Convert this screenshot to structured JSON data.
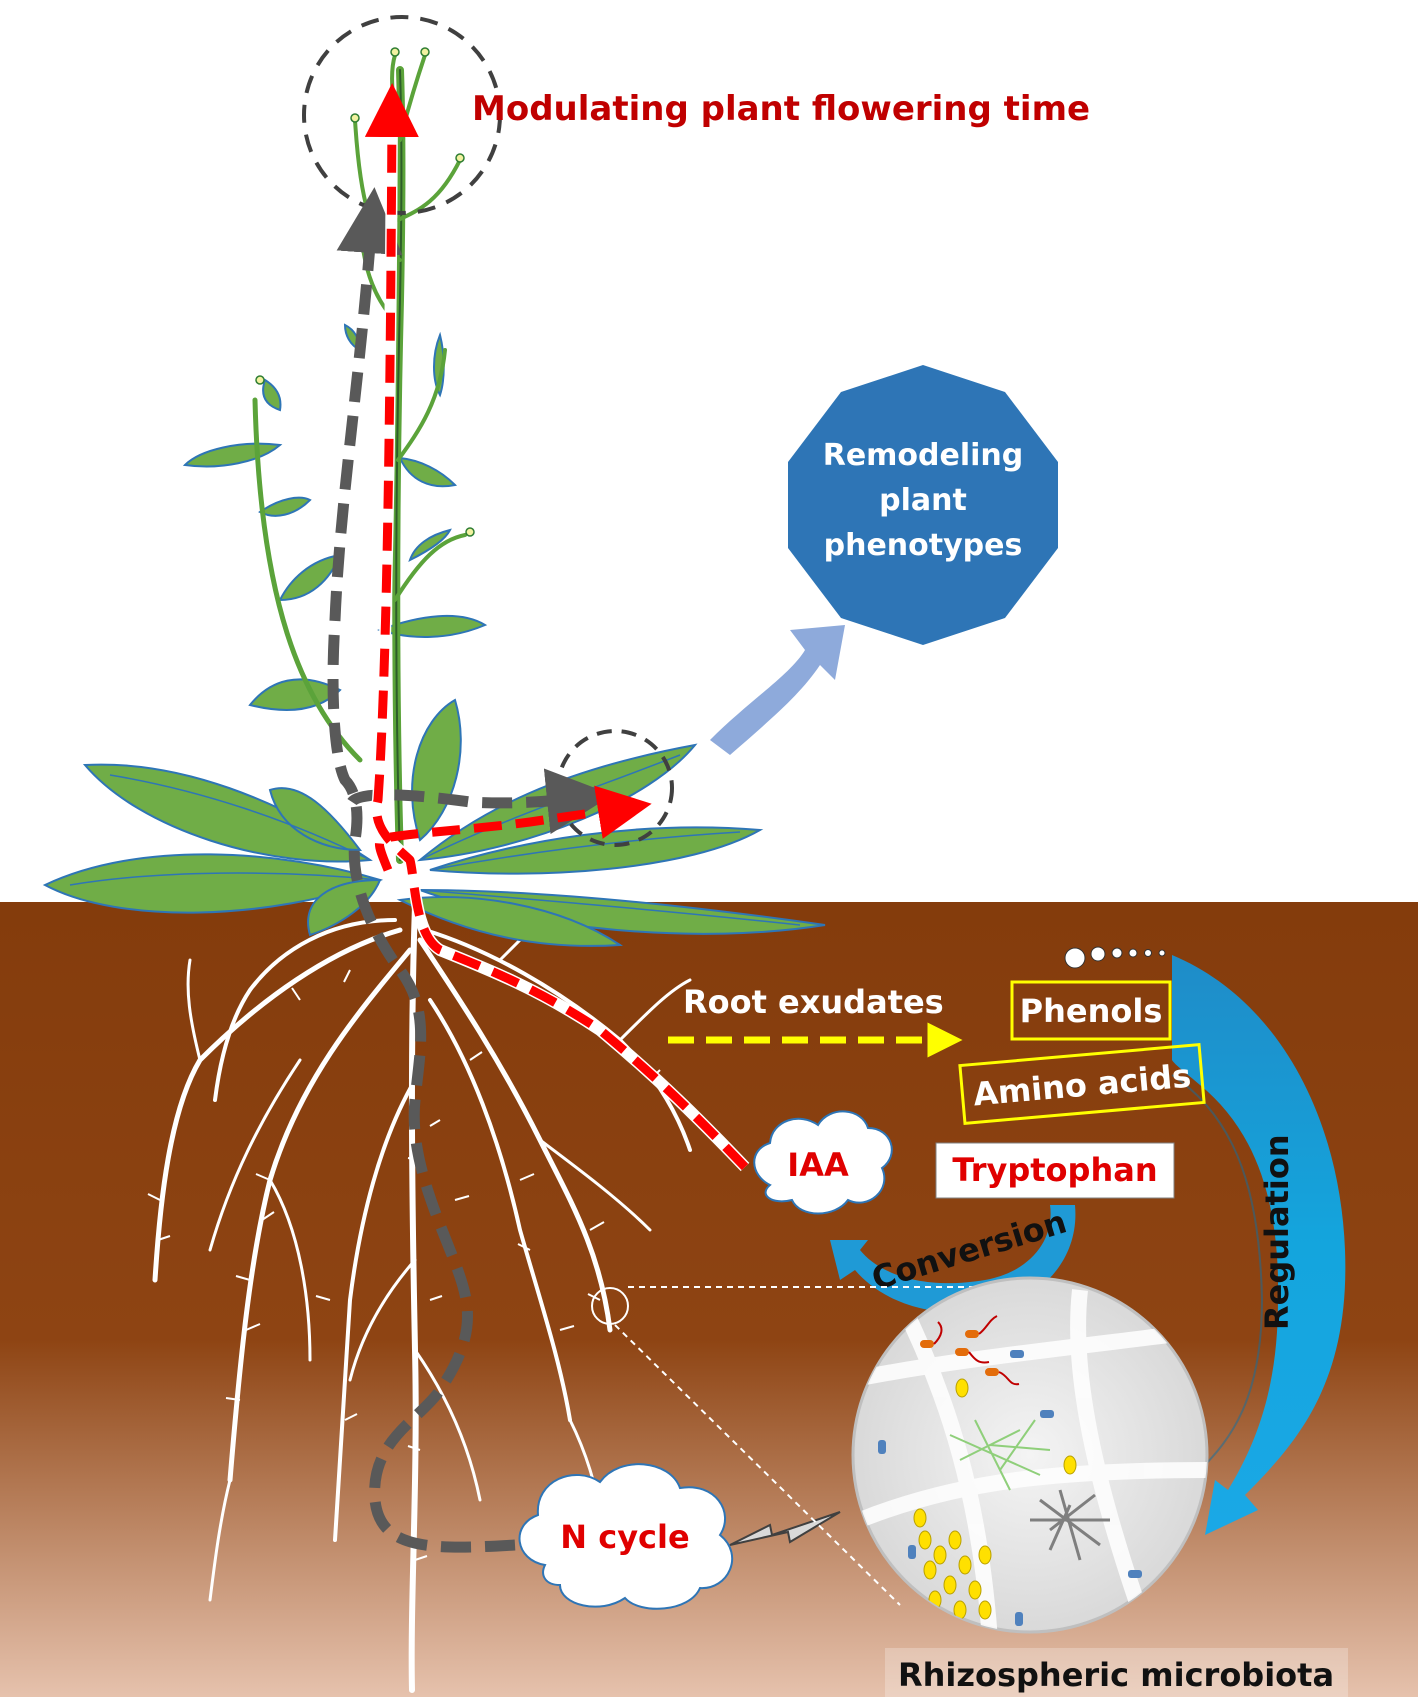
{
  "labels": {
    "flowering": "Modulating plant flowering time",
    "remodeling": [
      "Remodeling",
      "plant",
      "phenotypes"
    ],
    "root_exudates": "Root exudates",
    "phenols": "Phenols",
    "amino_acids": "Amino acids",
    "tryptophan": "Tryptophan",
    "iaa": "IAA",
    "conversion": "Conversion",
    "regulation": "Regulation",
    "n_cycle": "N cycle",
    "rhizosphere": "Rhizospheric microbiota"
  },
  "colors": {
    "flowering_text": "#c00000",
    "red_arrow": "#ff0000",
    "grey_arrow": "#595959",
    "remodel_fill": "#2e75b6",
    "exudate_arrow": "#ffff00",
    "soil_top": "#843c0c",
    "soil_bottom": "#e2b8a0",
    "leaf_fill": "#70ad47",
    "regulation_arrow": "#1f9ad6"
  }
}
